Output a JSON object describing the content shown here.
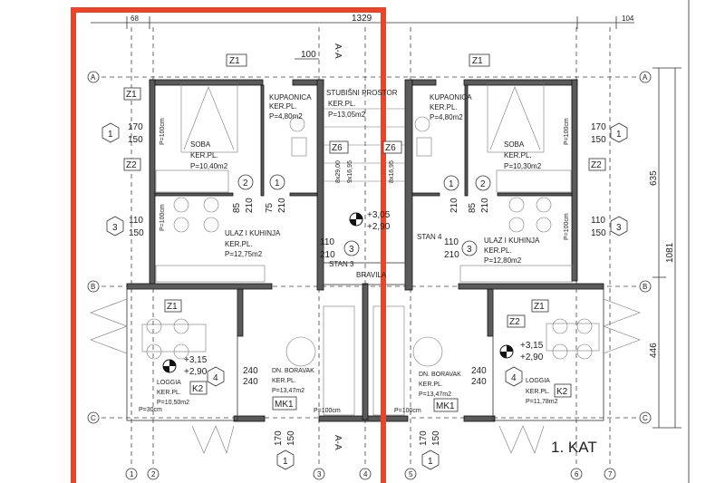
{
  "plan": {
    "title": "1. KAT",
    "highlight_color": "#e8452a"
  },
  "dimensions": {
    "top_left": "68",
    "top_total": "1329",
    "top_right": "104",
    "stair_gap": "100",
    "right_upper": "635",
    "right_total": "1081",
    "right_lower": "446"
  },
  "axes": {
    "rows": [
      "A",
      "B",
      "C"
    ],
    "columns": [
      "1",
      "2",
      "3",
      "4",
      "5",
      "6",
      "7"
    ]
  },
  "section_marker": "A-A",
  "stairs": {
    "name": "STUBIŠNI PROSTOR",
    "floor": "KER.PL.",
    "area": "P=13,05m2",
    "tag": "Z6",
    "steps_a": "8x29,00",
    "steps_b": "9x16,95",
    "steps_c": "8x16,95",
    "level_top": "+3,05",
    "level_bottom": "+2,90",
    "brush": "BRAVILA"
  },
  "left_unit": {
    "name": "STAN 3",
    "bedroom": {
      "name": "SOBA",
      "floor": "KER.PL.",
      "area": "P=10,40m2"
    },
    "bathroom": {
      "name": "KUPAONICA",
      "floor": "KER.PL.",
      "area": "P=4,80m2"
    },
    "kitchen": {
      "name": "ULAZ I KUHINJA",
      "floor": "KER.PL.",
      "area": "P=12,75m2"
    },
    "living": {
      "name": "DN. BORAVAK",
      "floor": "KER.PL.",
      "area": "P=13,47m2",
      "tag": "MK1"
    },
    "loggia": {
      "name": "LOGGIA",
      "floor": "KER.PL.",
      "area": "P=10,50m2",
      "tag": "K2",
      "level_top": "+3,15",
      "level_bottom": "+2,90",
      "parapet": "P=30cm"
    },
    "tags": {
      "z1": "Z1",
      "z2": "Z2"
    },
    "window1": {
      "mark": "1",
      "w": "170",
      "h": "150"
    },
    "window3": {
      "mark": "3",
      "w": "110",
      "h": "150"
    },
    "door2": {
      "mark": "2",
      "w": "85",
      "h": "210"
    },
    "door1": {
      "mark": "1",
      "w": "75",
      "h": "210"
    },
    "door3": {
      "mark": "3",
      "w": "110",
      "h": "210"
    },
    "door4": {
      "mark": "4",
      "w": "240",
      "h": "240"
    },
    "window_bottom": {
      "mark": "1",
      "w": "170",
      "h": "150"
    },
    "parapet": "P=100cm"
  },
  "right_unit": {
    "name": "STAN 4",
    "bedroom": {
      "name": "SOBA",
      "floor": "KER.PL.",
      "area": "P=10,30m2"
    },
    "bathroom": {
      "name": "KUPAONICA",
      "floor": "KER.PL.",
      "area": "P=4,80m2"
    },
    "kitchen": {
      "name": "ULAZ I KUHINJA",
      "floor": "KER.PL.",
      "area": "P=12,80m2"
    },
    "living": {
      "name": "DN. BORAVAK",
      "floor": "KER.PL.",
      "area": "P=13,47m2",
      "tag": "MK1"
    },
    "loggia": {
      "name": "LOGGIA",
      "floor": "KER.PL.",
      "area": "P=11,78m2",
      "tag": "K2",
      "level_top": "+3,15",
      "level_bottom": "+2,90"
    },
    "tags": {
      "z1": "Z1",
      "z2": "Z2"
    },
    "window1": {
      "mark": "1",
      "w": "170",
      "h": "150"
    },
    "window3": {
      "mark": "3",
      "w": "110",
      "h": "150"
    },
    "door1": {
      "mark": "1",
      "h": "210"
    },
    "door2": {
      "mark": "2",
      "w": "85",
      "h": "210"
    },
    "door3": {
      "mark": "3",
      "w": "110",
      "h": "210"
    },
    "door4": {
      "mark": "4",
      "w": "240",
      "h": "240"
    },
    "window_bottom": {
      "mark": "1",
      "w": "170",
      "h": "150"
    },
    "parapet": "P=100cm"
  }
}
